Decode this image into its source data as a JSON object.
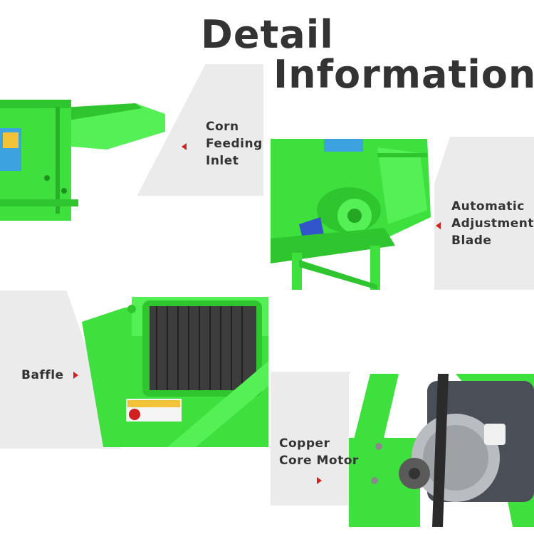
{
  "header": {
    "line1": "Detail",
    "line2": "Information"
  },
  "features": [
    {
      "lines": [
        "Corn",
        "Feeding",
        "Inlet"
      ]
    },
    {
      "lines": [
        "Automatic",
        "Adjustment",
        "Blade"
      ]
    },
    {
      "lines": [
        "Baffle"
      ]
    },
    {
      "lines": [
        "Copper",
        "Core Motor"
      ]
    }
  ],
  "colors": {
    "machine_green": "#3ee03e",
    "dark_green": "#24b324",
    "arrow_red": "#d0201f",
    "panel_grey": "#ebebeb",
    "text": "#333333"
  }
}
